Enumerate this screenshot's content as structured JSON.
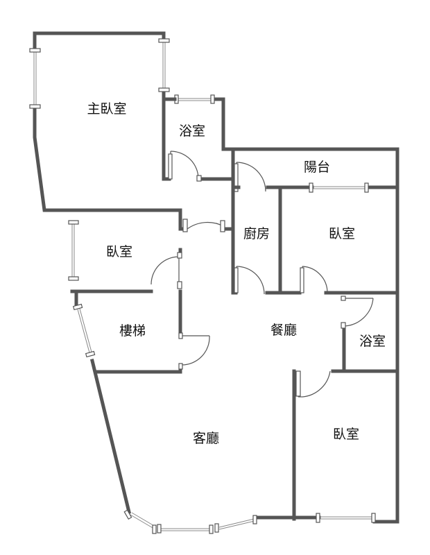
{
  "rooms": {
    "master_bedroom": "主臥室",
    "bathroom_top": "浴室",
    "balcony": "陽台",
    "kitchen": "廚房",
    "bedroom_right": "臥室",
    "bedroom_left": "臥室",
    "stairs": "樓梯",
    "dining": "餐廳",
    "bathroom_right": "浴室",
    "living": "客廳",
    "bedroom_bottom": "臥室"
  },
  "colors": {
    "wall": "#555555",
    "background": "#ffffff",
    "text": "#111111"
  }
}
